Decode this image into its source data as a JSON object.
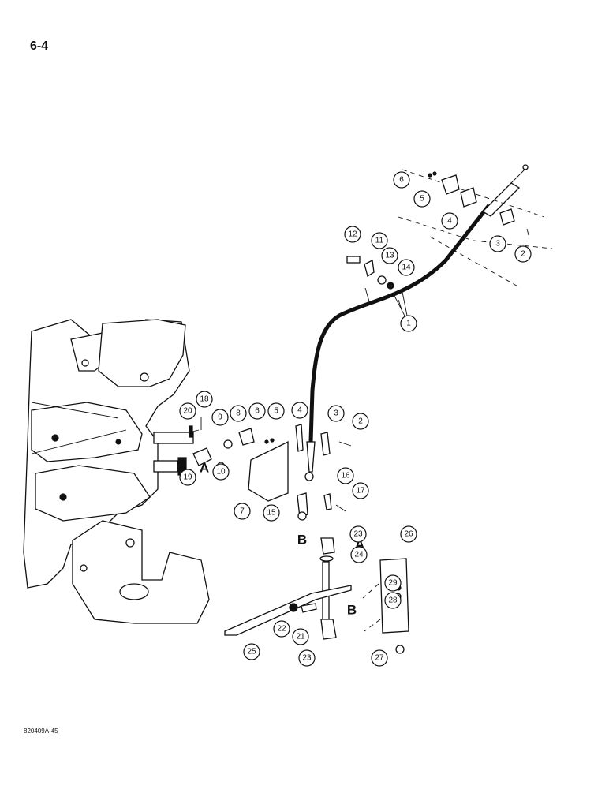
{
  "page": {
    "number": "6-4",
    "figure_code": "820409A-45"
  },
  "view_letters": [
    "A",
    "B",
    "A",
    "B"
  ],
  "callouts": [
    "1",
    "2",
    "3",
    "4",
    "5",
    "6",
    "2",
    "3",
    "4",
    "5",
    "6",
    "7",
    "8",
    "9",
    "10",
    "11",
    "12",
    "13",
    "14",
    "15",
    "16",
    "17",
    "18",
    "19",
    "20",
    "21",
    "22",
    "23",
    "23",
    "24",
    "25",
    "26",
    "27",
    "28",
    "29"
  ]
}
